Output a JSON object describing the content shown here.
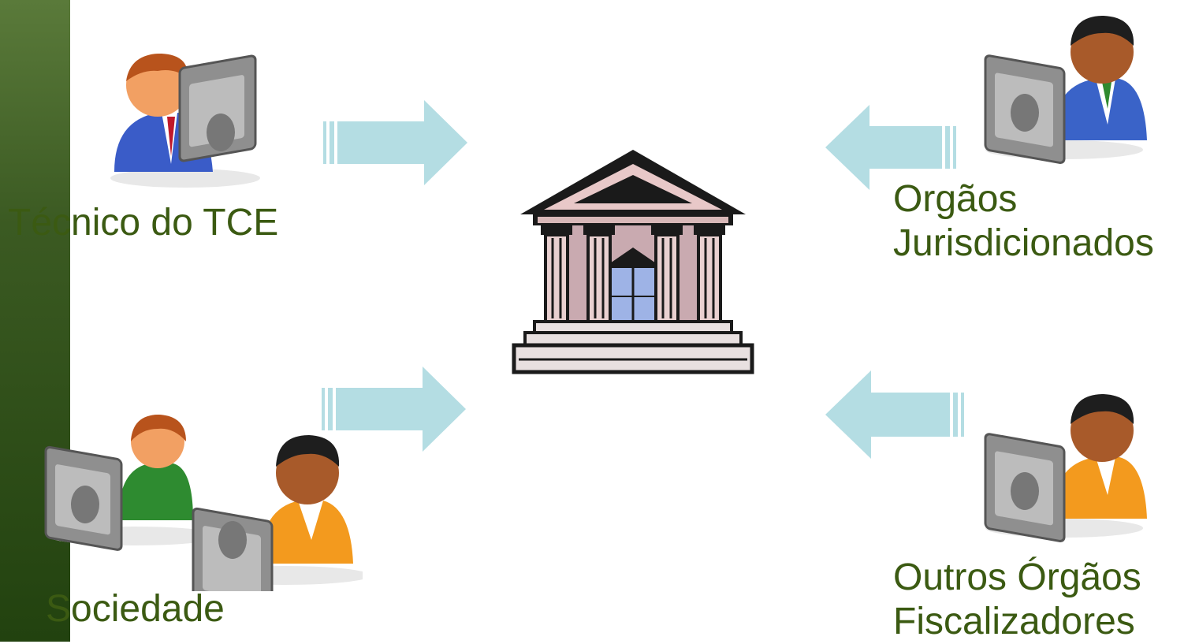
{
  "colors": {
    "sidebar_top": "#5a7a3a",
    "sidebar_bottom": "#22420f",
    "label_text": "#3b5a12",
    "arrow_fill": "#b4dde3"
  },
  "nodes": {
    "tecnico": {
      "label": "Técnico do TCE",
      "icon": "user-at-computer-icon"
    },
    "orgaos_jurisdicionados": {
      "line1": "Orgãos",
      "line2": "Jurisdicionados",
      "icon": "user-at-computer-icon"
    },
    "sociedade": {
      "label": "Sociedade",
      "icon": "users-at-computers-icon"
    },
    "outros_orgaos": {
      "line1": "Outros Órgãos",
      "line2": "Fiscalizadores",
      "icon": "user-at-computer-icon"
    }
  },
  "center": {
    "icon": "courthouse-icon"
  }
}
